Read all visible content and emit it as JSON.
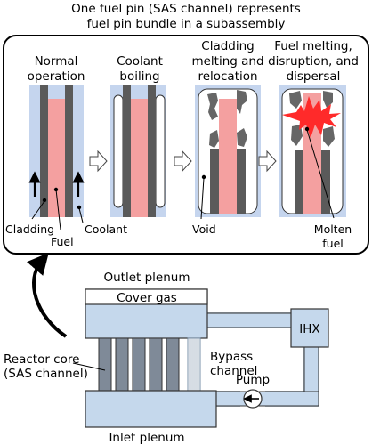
{
  "title": {
    "line1": "One fuel pin (SAS channel) represents",
    "line2": "fuel pin bundle in a subassembly"
  },
  "stages": [
    {
      "lines": [
        "Normal",
        "operation"
      ]
    },
    {
      "lines": [
        "Coolant",
        "boiling"
      ]
    },
    {
      "lines": [
        "Cladding",
        "melting and",
        "relocation"
      ]
    },
    {
      "lines": [
        "Fuel melting,",
        "disruption, and",
        "dispersal"
      ]
    }
  ],
  "pin_labels": {
    "cladding": "Cladding",
    "fuel": "Fuel",
    "coolant": "Coolant",
    "void": "Void",
    "molten_fuel_line1": "Molten",
    "molten_fuel_line2": "fuel"
  },
  "plant": {
    "outlet_plenum": "Outlet plenum",
    "cover_gas": "Cover gas",
    "ihx": "IHX",
    "reactor_core_line1": "Reactor core",
    "reactor_core_line2": "(SAS channel)",
    "bypass_line1": "Bypass",
    "bypass_line2": "channel",
    "pump": "Pump",
    "inlet_plenum": "Inlet plenum"
  },
  "colors": {
    "coolant_blue": "#c5d5ee",
    "plenum_blue": "#c5d8ec",
    "fuel_pink": "#f4a0a0",
    "cladding_gray": "#5a5a5a",
    "molten_red": "#ff2a2a",
    "channel_gray": "#7f8a98"
  }
}
